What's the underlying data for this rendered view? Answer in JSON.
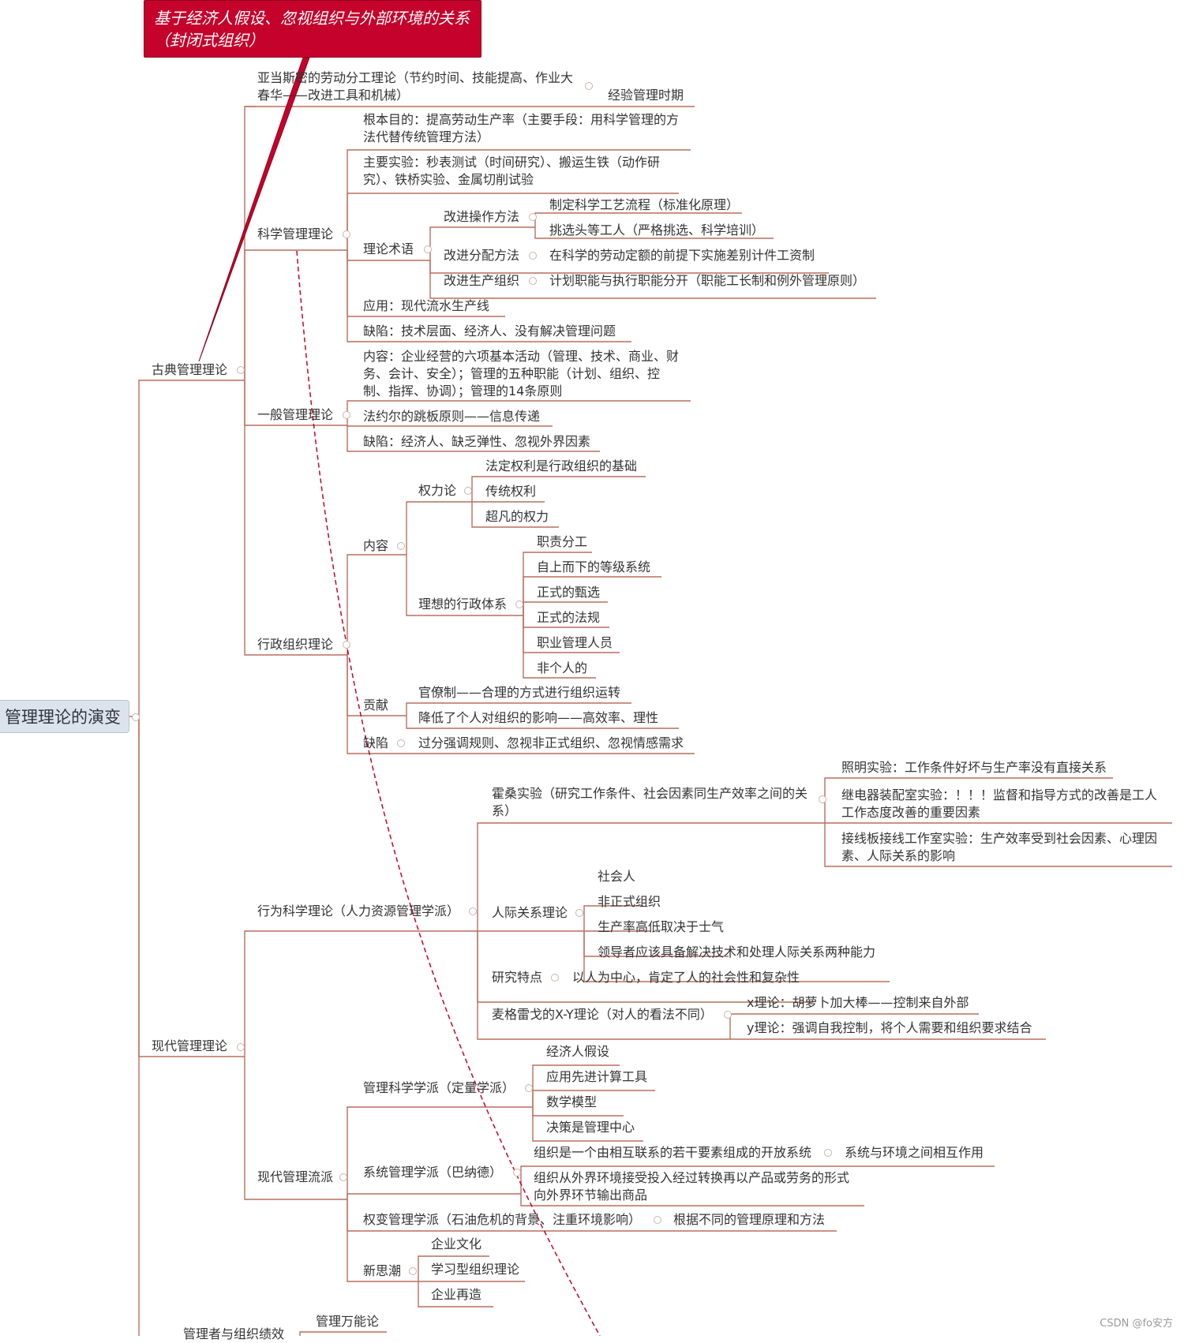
{
  "root": {
    "label": "管理理论的演变"
  },
  "callout": {
    "label": "基于经济人假设、忽视组织与外部环境的关系（封闭式组织）"
  },
  "watermark": "CSDN @fo安方",
  "branches": {
    "classical": {
      "label": "古典管理理论",
      "smith": {
        "label": "亚当斯密的劳动分工理论（节约时间、技能提高、作业大春华——改进工具和机械）",
        "line1": "亚当斯密的劳动分工理论（节约时间、技能提高、作业大",
        "line2": "春华——改进工具和机械）",
        "child": "经验管理时期"
      },
      "scientific": {
        "label": "科学管理理论",
        "goal": {
          "line1": "根本目的：提高劳动生产率（主要手段：用科学管理的方",
          "line2": "法代替传统管理方法）"
        },
        "experiments": {
          "line1": "主要实验：秒表测试（时间研究）、搬运生铁（动作研",
          "line2": "究）、铁桥实验、金属切削试验"
        },
        "terms": {
          "label": "理论术语",
          "ops": {
            "label": "改进操作方法",
            "children": [
              "制定科学工艺流程（标准化原理）",
              "挑选头等工人（严格挑选、科学培训）"
            ]
          },
          "dist": {
            "label": "改进分配方法",
            "child": "在科学的劳动定额的前提下实施差别计件工资制"
          },
          "org": {
            "label": "改进生产组织",
            "child": "计划职能与执行职能分开（职能工长制和例外管理原则）"
          }
        },
        "application": "应用：现代流水生产线",
        "defect": "缺陷：技术层面、经济人、没有解决管理问题"
      },
      "general": {
        "label": "一般管理理论",
        "content": {
          "line1": "内容：企业经营的六项基本活动（管理、技术、商业、财",
          "line2": "务、会计、安全）；管理的五种职能（计划、组织、控",
          "line3": "制、指挥、协调）；管理的14条原则"
        },
        "fayol_bridge": "法约尔的跳板原则——信息传递",
        "defect": "缺陷：经济人、缺乏弹性、忽视外界因素"
      },
      "bureaucracy": {
        "label": "行政组织理论",
        "content": {
          "label": "内容",
          "power": {
            "label": "权力论",
            "children": [
              "法定权利是行政组织的基础",
              "传统权利",
              "超凡的权力"
            ]
          },
          "ideal": {
            "label": "理想的行政体系",
            "children": [
              "职责分工",
              "自上而下的等级系统",
              "正式的甄选",
              "正式的法规",
              "职业管理人员",
              "非个人的"
            ]
          }
        },
        "contribution": {
          "label": "贡献",
          "children": [
            "官僚制——合理的方式进行组织运转",
            "降低了个人对组织的影响——高效率、理性"
          ]
        },
        "defect": {
          "label": "缺陷",
          "child": "过分强调规则、忽视非正式组织、忽视情感需求"
        }
      }
    },
    "modern": {
      "label": "现代管理理论",
      "behavioral": {
        "label": "行为科学理论（人力资源管理学派）",
        "hawthorne": {
          "line1": "霍桑实验（研究工作条件、社会因素同生产效率之间的关",
          "line2": "系）",
          "children": [
            {
              "line1": "照明实验：工作条件好坏与生产率没有直接关系",
              "line2": ""
            },
            {
              "line1": "继电器装配室实验：！！！监督和指导方式的改善是工人",
              "line2": "工作态度改善的重要因素"
            },
            {
              "line1": "接线板接线工作室实验：生产效率受到社会因素、心理因",
              "line2": "素、人际关系的影响"
            }
          ]
        },
        "human_relations": {
          "label": "人际关系理论",
          "children": [
            "社会人",
            "非正式组织",
            "生产率高低取决于士气",
            "领导者应该具备解决技术和处理人际关系两种能力"
          ]
        },
        "research": {
          "label": "研究特点",
          "child": "以人为中心，肯定了人的社会性和复杂性"
        },
        "xy": {
          "label": "麦格雷戈的X-Y理论（对人的看法不同）",
          "children": [
            "x理论：胡萝卜加大棒——控制来自外部",
            "y理论：强调自我控制，将个人需要和组织要求结合"
          ]
        }
      },
      "schools": {
        "label": "现代管理流派",
        "quant": {
          "label": "管理科学学派（定量学派）",
          "children": [
            "经济人假设",
            "应用先进计算工具",
            "数学模型",
            "决策是管理中心"
          ]
        },
        "systems": {
          "label": "系统管理学派（巴纳德）",
          "open": "组织是一个由相互联系的若干要素组成的开放系统",
          "open_child": "系统与环境之间相互作用",
          "io": {
            "line1": "组织从外界环境接受投入经过转换再以产品或劳务的形式",
            "line2": "向外界环节输出商品"
          }
        },
        "contingency": {
          "label": "权变管理学派（石油危机的背景、注重环境影响）",
          "child": "根据不同的管理原理和方法"
        },
        "trends": {
          "label": "新思潮",
          "children": [
            "企业文化",
            "学习型组织理论",
            "企业再造"
          ]
        }
      }
    },
    "bottom": {
      "label": "管理者与组织绩效",
      "child": "管理万能论"
    }
  },
  "colors": {
    "line": "#b86f5e",
    "callout": "#c5022b",
    "root_bg": "#dde3ec",
    "dashed": "#c5022b"
  }
}
